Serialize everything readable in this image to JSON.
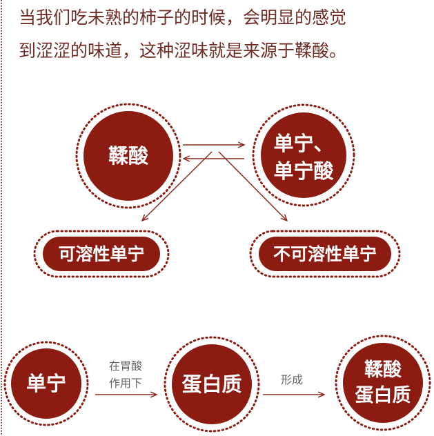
{
  "intro": {
    "line1": "当我们吃未熟的柿子的时候，会明显的感觉",
    "line2": "到涩涩的味道，这种涩味就是来源于鞣酸。"
  },
  "nodes": {
    "tannic_acid": "鞣酸",
    "tannin_line1": "单宁、",
    "tannin_line2": "单宁酸",
    "soluble_tannin": "可溶性单宁",
    "insoluble_tannin": "不可溶性单宁",
    "tannin": "单宁",
    "protein": "蛋白质",
    "tannic_protein_line1": "鞣酸",
    "tannic_protein_line2": "蛋白质"
  },
  "edges": {
    "stomach_acid_line1": "在胃酸",
    "stomach_acid_line2": "作用下",
    "forms": "形成"
  },
  "colors": {
    "fill": "#8c1c12",
    "text": "#6e2c24",
    "arrow": "#8c2a20"
  }
}
